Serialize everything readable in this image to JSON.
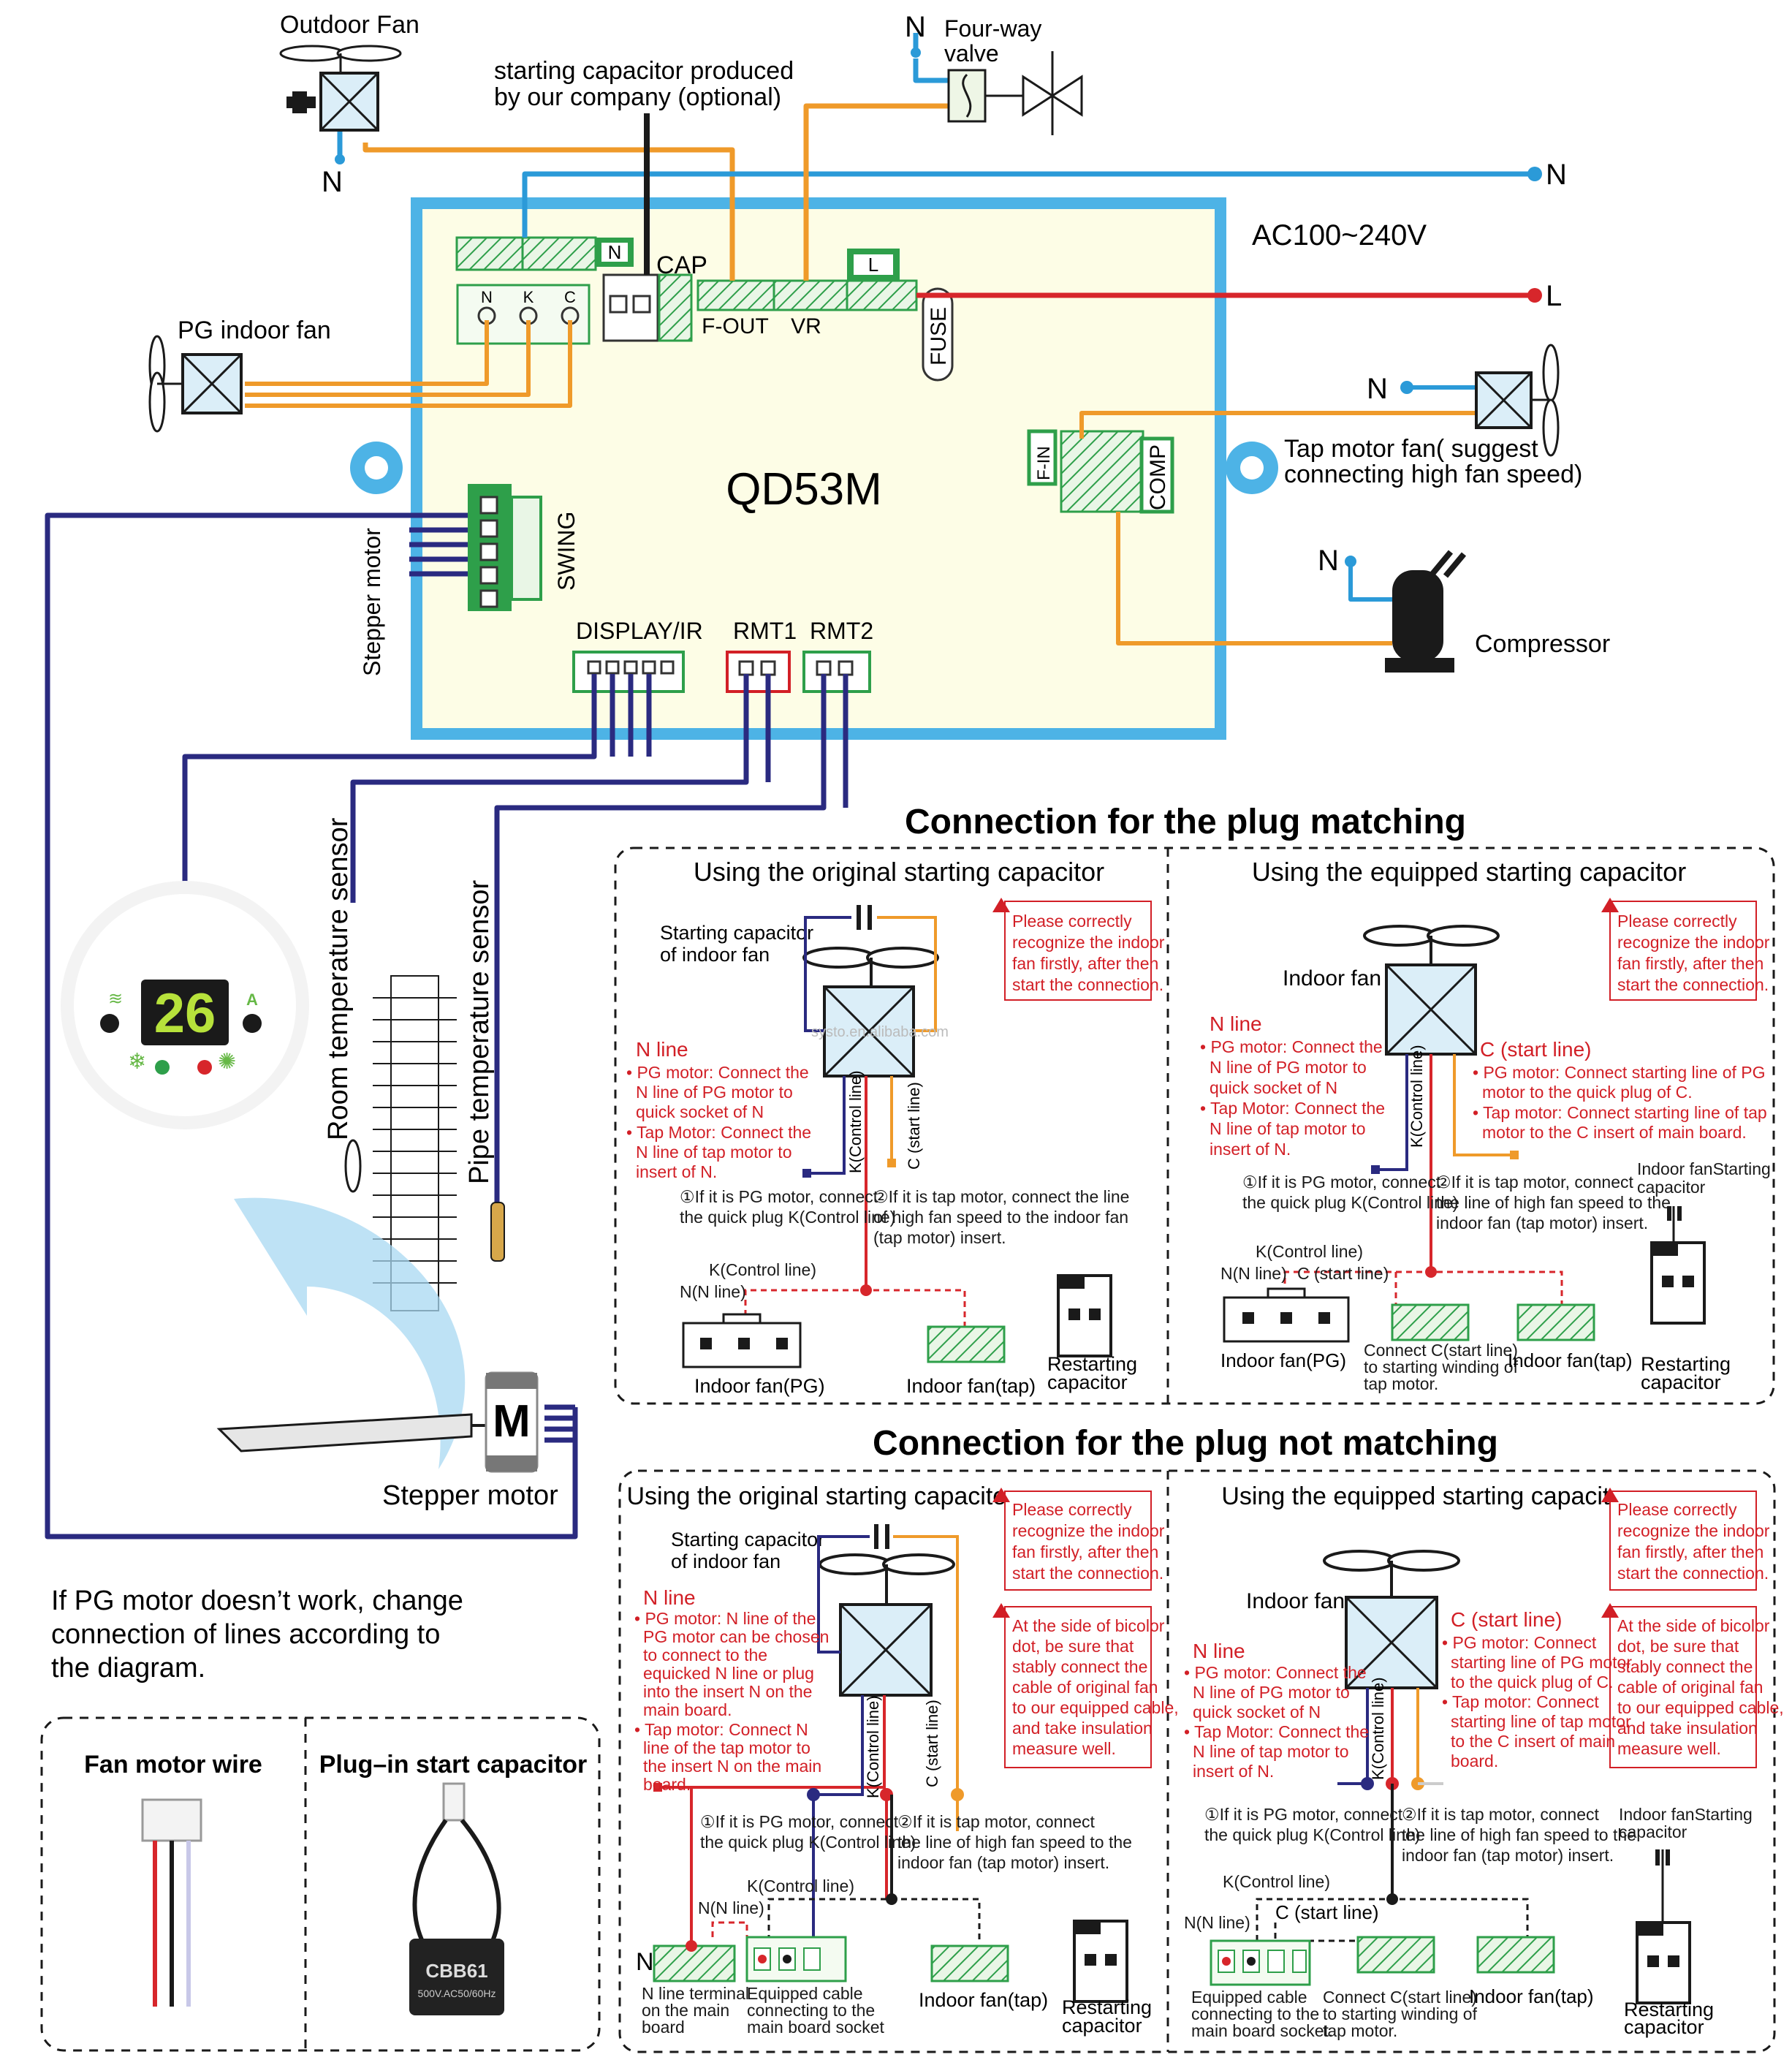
{
  "colors": {
    "blue_wire": "#2b9ad8",
    "orange_wire": "#ef9a2a",
    "red_wire": "#d7262b",
    "navy_wire": "#2a2a80",
    "board_border": "#4db3e6",
    "board_fill": "#fdfde6",
    "connector_green": "#2e9f4a",
    "warn_red": "#d21f26"
  },
  "top": {
    "outdoor_fan": "Outdoor Fan",
    "cap_note_1": "starting capacitor produced",
    "cap_note_2": "by our company (optional)",
    "n_outdoor": "N",
    "n_valve": "N",
    "valve_1": "Four-way",
    "valve_2": "valve",
    "n_right": "N",
    "l_right": "L",
    "ac": "AC100~240V",
    "pg_fan": "PG indoor fan",
    "n_tap": "N",
    "tap_1": "Tap motor fan( suggest",
    "tap_2": "connecting high fan speed)",
    "n_comp": "N",
    "compressor": "Compressor"
  },
  "board": {
    "model": "QD53M",
    "n_tag": "N",
    "cap": "CAP",
    "l_tag": "L",
    "pin_n": "N",
    "pin_k": "K",
    "pin_c": "C",
    "f_out": "F-OUT",
    "vr": "VR",
    "fuse": "FUSE",
    "f_in": "F-IN",
    "comp": "COMP",
    "swing": "SWING",
    "display": "DISPLAY/IR",
    "rmt1": "RMT1",
    "rmt2": "RMT2"
  },
  "left": {
    "stepper_v": "Stepper motor",
    "room_sensor": "Room temperature sensor",
    "pipe_sensor": "Pipe temperature sensor",
    "display_val": "26",
    "display_a": "A",
    "motor_m": "M",
    "stepper": "Stepper motor",
    "note_1": "If PG motor doesn’t work, change",
    "note_2": "connection of lines according to",
    "note_3": "the diagram.",
    "fan_wire": "Fan motor wire",
    "plug_cap": "Plug–in start capacitor",
    "cbb": "CBB61",
    "cbb_spec": "500V.AC50/60Hz"
  },
  "sections": {
    "matching_title": "Connection for the plug matching",
    "notmatching_title": "Connection for the plug not matching",
    "orig_cap": "Using the original starting capacitor",
    "equip_cap": "Using the equipped starting capacitor"
  },
  "panel": {
    "warn_1": "Please correctly",
    "warn_2": "recognize the indoor",
    "warn_3": "fan firstly, after then",
    "warn_4": "start the connection.",
    "bic_1": "At the side of bicolor",
    "bic_2": "dot, be sure that",
    "bic_3": "stably connect the",
    "bic_4": "cable of original fan",
    "bic_5": "to our equipped cable,",
    "bic_6": "and take insulation",
    "bic_7": "measure well.",
    "startcap_1": "Starting capacitor",
    "startcap_2": "of indoor fan",
    "indoor_fan": "Indoor fan",
    "nline": "N line",
    "pg_n_1": "• PG motor: Connect the",
    "pg_n_2": "N line of PG motor to",
    "pg_n_3": "quick socket of N",
    "tap_n_1": "• Tap Motor: Connect the",
    "tap_n_2": "N line of tap motor to",
    "tap_n_3": "insert of N.",
    "k_ctrl": "K(Control line)",
    "c_start": "C (start line)",
    "c_start_red": "C (start line)",
    "pg_c_1": "• PG motor: Connect starting line of PG",
    "pg_c_2": "motor to the quick plug of C.",
    "tap_c_1": "• Tap motor: Connect starting line of tap",
    "tap_c_2": "motor to the C insert of main board.",
    "step1_1": "①If it is PG motor, connect",
    "step1_2": "the quick plug K(Control line)",
    "step2_1": "②If it is tap motor, connect the line",
    "step2_2": "of high fan speed to the indoor fan",
    "step2_3": "(tap motor) insert.",
    "step2b_1": "②If it is tap motor, connect",
    "step2b_2": "the line of high fan speed to the",
    "step2b_3": "indoor fan (tap motor) insert.",
    "k_ctrl2": "K(Control line)",
    "n_nline": "N(N line)",
    "indoor_pg": "Indoor fan(PG)",
    "indoor_tap": "Indoor fan(tap)",
    "restart_1": "Restarting",
    "restart_2": "capacitor",
    "indoor_fan_start_1": "Indoor fanStarting",
    "indoor_fan_start_2": "capacitor",
    "connect_c_1": "Connect C(start line)",
    "connect_c_2": "to starting winding of",
    "connect_c_3": "tap motor.",
    "nm_pg_n_1": "• PG motor: N line of the",
    "nm_pg_n_2": "PG motor can be chosen",
    "nm_pg_n_3": "to connect to the",
    "nm_pg_n_4": "equicked N line or plug",
    "nm_pg_n_5": "into the insert N on the",
    "nm_pg_n_6": "main board.",
    "nm_tap_n_1": "• Tap motor: Connect N",
    "nm_tap_n_2": "line of the tap motor to",
    "nm_tap_n_3": "the insert N on the main",
    "nm_tap_n_4": "board.",
    "nm_pg_c_1": "• PG motor: Connect",
    "nm_pg_c_2": "starting line of PG motor",
    "nm_pg_c_3": "to the quick plug of C.",
    "nm_tap_c_1": "• Tap motor: Connect",
    "nm_tap_c_2": "starting line of tap motor",
    "nm_tap_c_3": "to the C insert of main",
    "nm_tap_c_4": "board.",
    "n_letter": "N",
    "nterm_1": "N line terminal",
    "nterm_2": "on the main",
    "nterm_3": "board",
    "eq_1": "Equipped cable",
    "eq_2": "connecting to the",
    "eq_3": "main board socket",
    "eq_b_1": "Equipped cable",
    "eq_b_2": "connecting to the",
    "eq_b_3": "main board socket.",
    "watermark": "systo.en.alibaba.com"
  }
}
